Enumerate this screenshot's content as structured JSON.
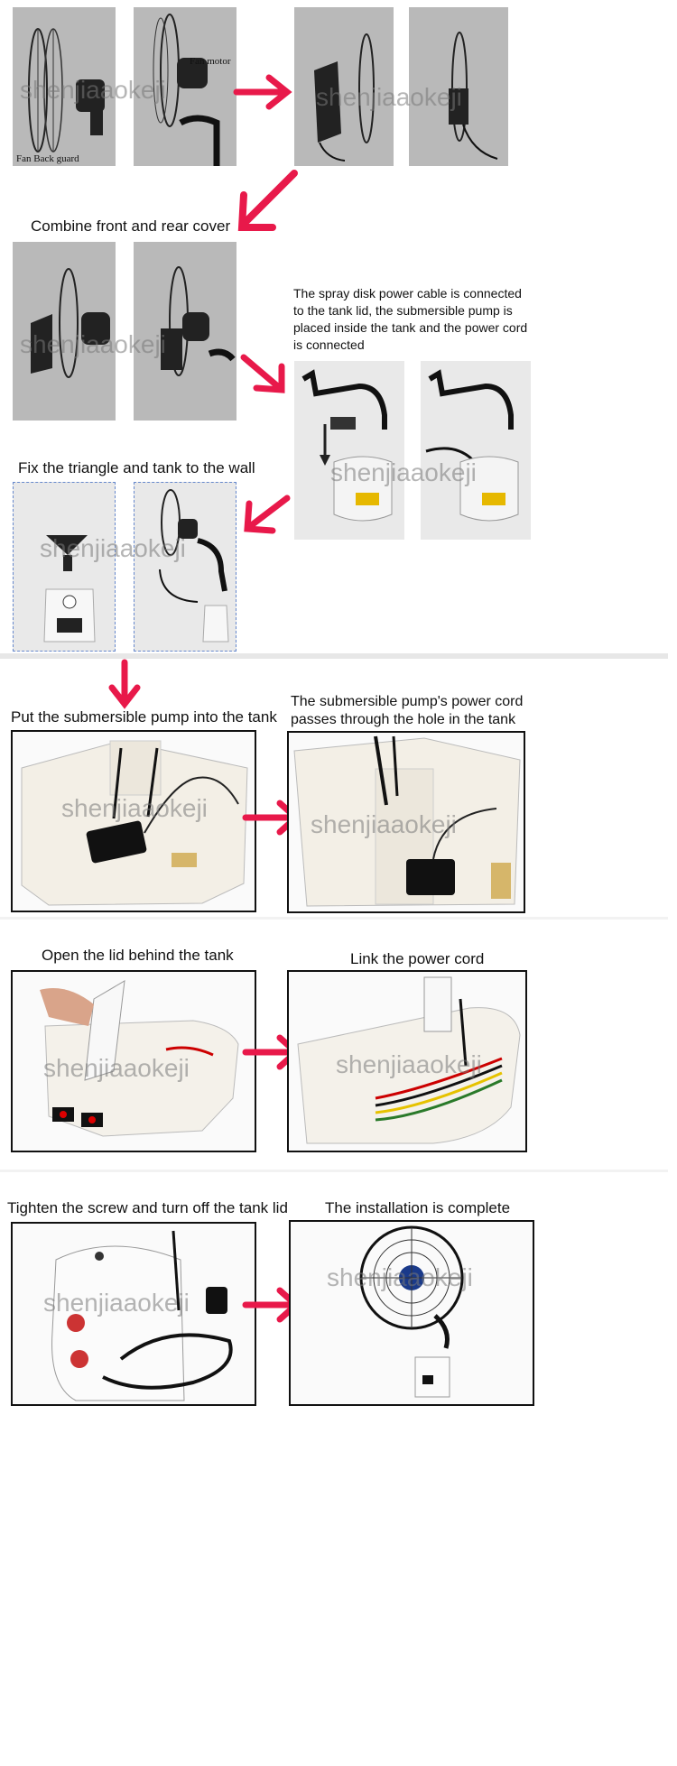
{
  "captions": {
    "combine": "Combine front and rear cover",
    "spray_disk": "The spray disk power cable is connected to the tank lid, the submersible pump is placed inside the tank and the power cord is connected",
    "fix_triangle": "Fix the triangle and tank to the wall",
    "put_pump": "Put the submersible pump into the tank",
    "power_cord_hole": "The submersible pump's power cord passes through the hole in the tank",
    "open_lid": "Open the lid behind the tank",
    "link_cord": "Link the power cord",
    "tighten": "Tighten the screw and turn off the tank lid",
    "complete": "The installation is complete"
  },
  "labels": {
    "fan_motor": "Fan motor",
    "fan_back_guard": "Fan  Back guard"
  },
  "watermark": "shenjiaaokeji",
  "colors": {
    "arrow": "#e8194a",
    "photo_gray": "#b9b9b9",
    "border": "#111111"
  },
  "icons": {
    "arrow_right": "arrow-right-icon",
    "arrow_down_left": "arrow-down-left-icon",
    "arrow_down": "arrow-down-icon"
  }
}
